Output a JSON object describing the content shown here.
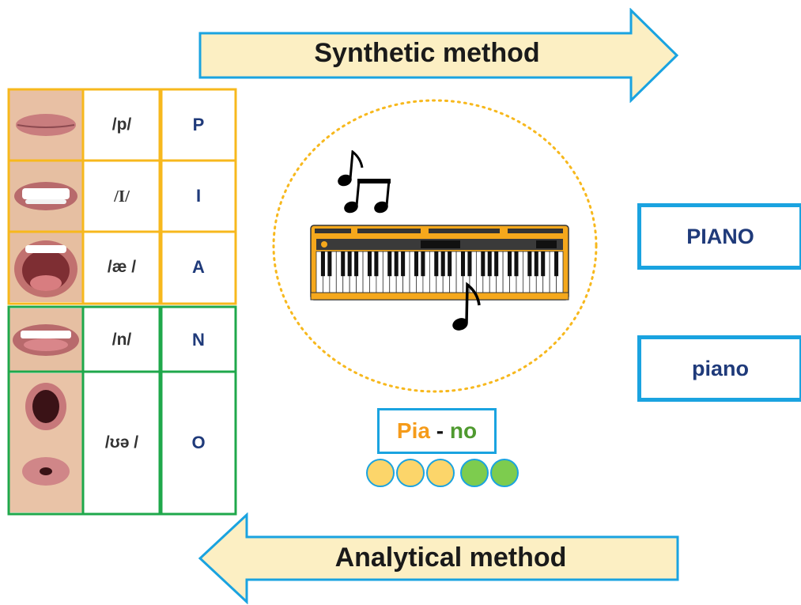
{
  "arrows": {
    "synthetic": "Synthetic method",
    "analytical": "Analytical method"
  },
  "rows": [
    {
      "phoneme": "/p/",
      "letter": "P",
      "group": "orange"
    },
    {
      "phoneme": "/I/",
      "letter": "I",
      "group": "orange"
    },
    {
      "phoneme": "/æ /",
      "letter": "A",
      "group": "orange"
    },
    {
      "phoneme": "/n/",
      "letter": "N",
      "group": "green"
    },
    {
      "phoneme": "/ʊə /",
      "letter": "O",
      "group": "green"
    }
  ],
  "words": {
    "upper": "PIANO",
    "lower": "piano"
  },
  "syllables": {
    "first": "Pia",
    "separator": " - ",
    "second": "no"
  },
  "dots": [
    "orange",
    "orange",
    "orange",
    "green",
    "green"
  ],
  "colors": {
    "orange_border": "#f7b81d",
    "green_border": "#1fa84b",
    "arrow_fill": "#fcefc3",
    "arrow_stroke": "#1aa3e0",
    "box_stroke": "#1aa3e0",
    "syllable_orange": "#f59b1a",
    "syllable_green": "#4f9a2f",
    "dot_orange": "#fcd56a",
    "dot_green": "#7dcc4e",
    "keyboard_body": "#f5a81c"
  },
  "icons": [
    "music-note-icon",
    "beamed-notes-icon",
    "keyboard-icon"
  ]
}
